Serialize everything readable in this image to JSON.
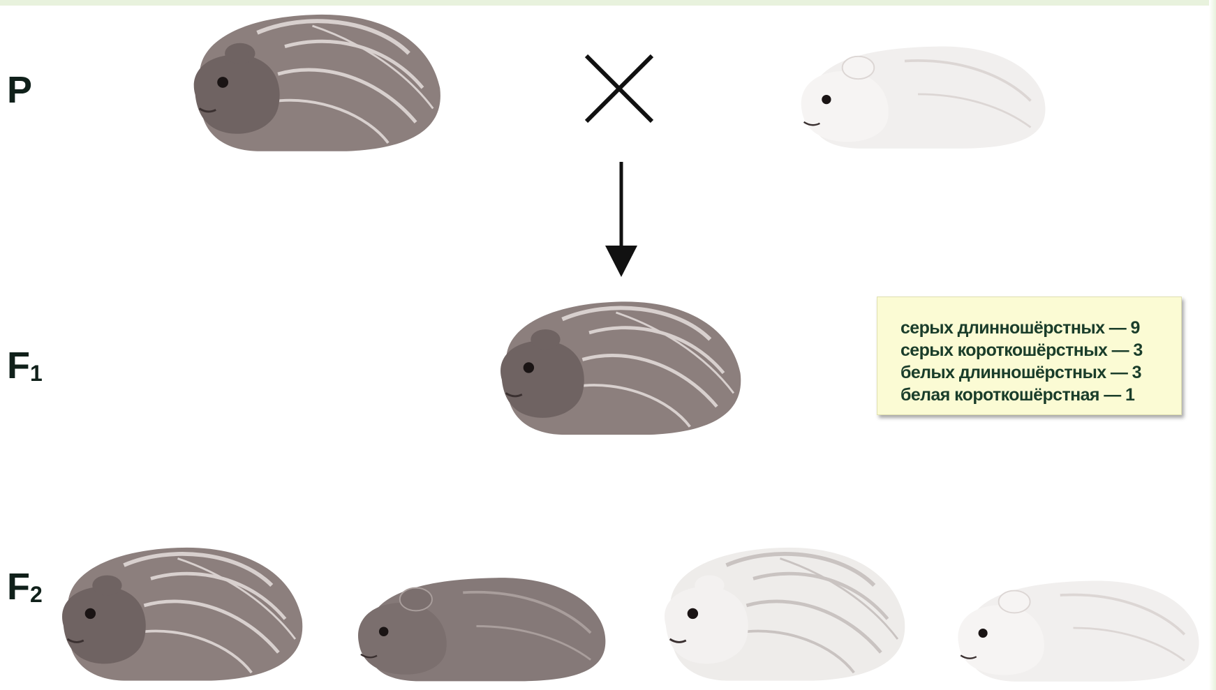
{
  "generations": {
    "p": "P",
    "f1": {
      "letter": "F",
      "index": "1"
    },
    "f2": {
      "letter": "F",
      "index": "2"
    }
  },
  "icons": [
    "cross-symbol-icon",
    "down-arrow-icon"
  ],
  "results": [
    "серых длинношёрстных — 9",
    "серых короткошёрстных — 3",
    "белых длинношёрстных — 3",
    "белая короткошёрстная — 1"
  ],
  "colors": {
    "label": "#10201a",
    "box_bg": "#fbfbd4",
    "box_text": "#1a3d2a",
    "gray_fur": "#8c7f7d",
    "white_fur": "#f1efee",
    "frame": "#e8f2dd"
  }
}
